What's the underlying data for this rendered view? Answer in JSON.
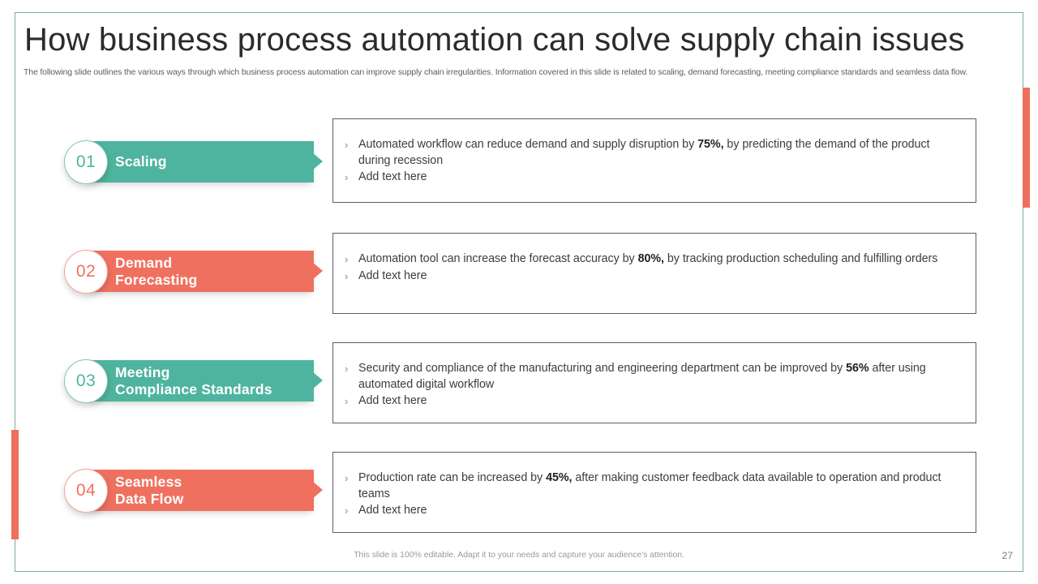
{
  "slide": {
    "title": "How business process automation can solve supply chain issues",
    "subtitle": "The following slide outlines the various ways through which business process automation can improve supply chain irregularities. Information covered in this slide is related to scaling, demand forecasting, meeting compliance standards and seamless data flow.",
    "footer_note": "This slide is 100% editable. Adapt it to your needs and capture your audience's attention.",
    "page_number": "27"
  },
  "colors": {
    "teal": "#4fb49f",
    "coral": "#f0705f",
    "border": "#7fa9a4",
    "title_text": "#2b2b2b",
    "body_text": "#3d3d3d"
  },
  "rows": [
    {
      "number": "01",
      "label": "Scaling",
      "accent": "teal",
      "bullets": [
        {
          "pre": "Automated workflow can reduce demand and supply disruption by ",
          "strong": "75%,",
          "post": " by predicting the demand of the product during recession"
        },
        {
          "pre": "Add text here",
          "strong": "",
          "post": ""
        }
      ]
    },
    {
      "number": "02",
      "label": "Demand\nForecasting",
      "accent": "coral",
      "bullets": [
        {
          "pre": "Automation tool can increase the forecast accuracy by ",
          "strong": "80%,",
          "post": " by tracking production scheduling and fulfilling orders"
        },
        {
          "pre": "Add text here",
          "strong": "",
          "post": ""
        }
      ]
    },
    {
      "number": "03",
      "label": "Meeting\nCompliance Standards",
      "accent": "teal",
      "bullets": [
        {
          "pre": "Security and compliance of the manufacturing and engineering department can be improved by ",
          "strong": "56%",
          "post": " after using automated digital workflow"
        },
        {
          "pre": "Add text here",
          "strong": "",
          "post": ""
        }
      ]
    },
    {
      "number": "04",
      "label": "Seamless\nData Flow",
      "accent": "coral",
      "bullets": [
        {
          "pre": "Production rate can be increased by ",
          "strong": "45%,",
          "post": " after making customer feedback data available to operation and product teams"
        },
        {
          "pre": "Add text here",
          "strong": "",
          "post": ""
        }
      ]
    }
  ]
}
